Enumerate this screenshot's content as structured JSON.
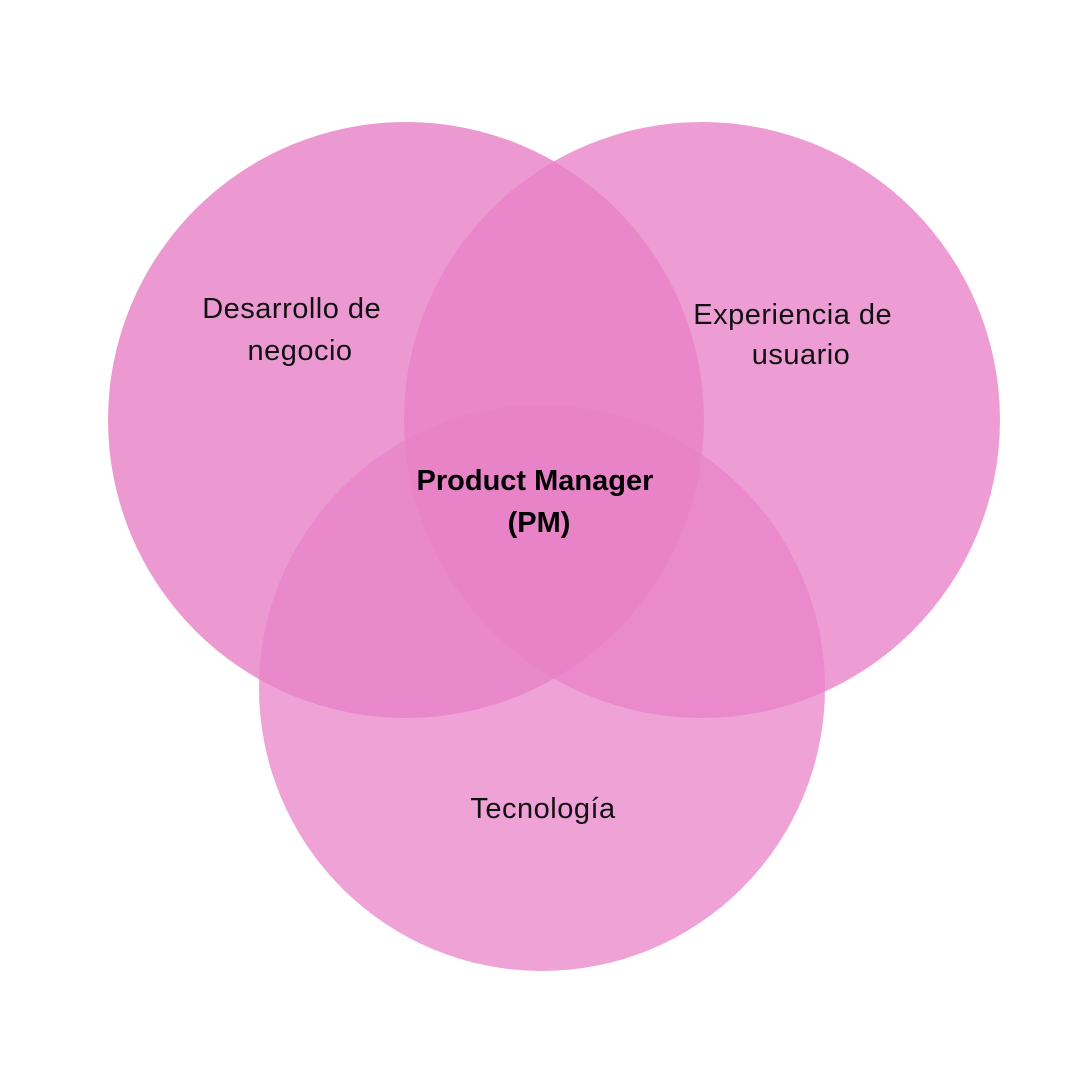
{
  "diagram": {
    "type": "venn",
    "fill_color": "#E882C8",
    "circles": [
      {
        "id": "business",
        "label_lines": [
          "Desarrollo de",
          "negocio"
        ]
      },
      {
        "id": "ux",
        "label_lines": [
          "Experiencia de",
          "usuario"
        ]
      },
      {
        "id": "tech",
        "label_lines": [
          "Tecnología"
        ]
      }
    ],
    "center": {
      "label_lines": [
        "Product Manager",
        "(PM)"
      ]
    }
  }
}
